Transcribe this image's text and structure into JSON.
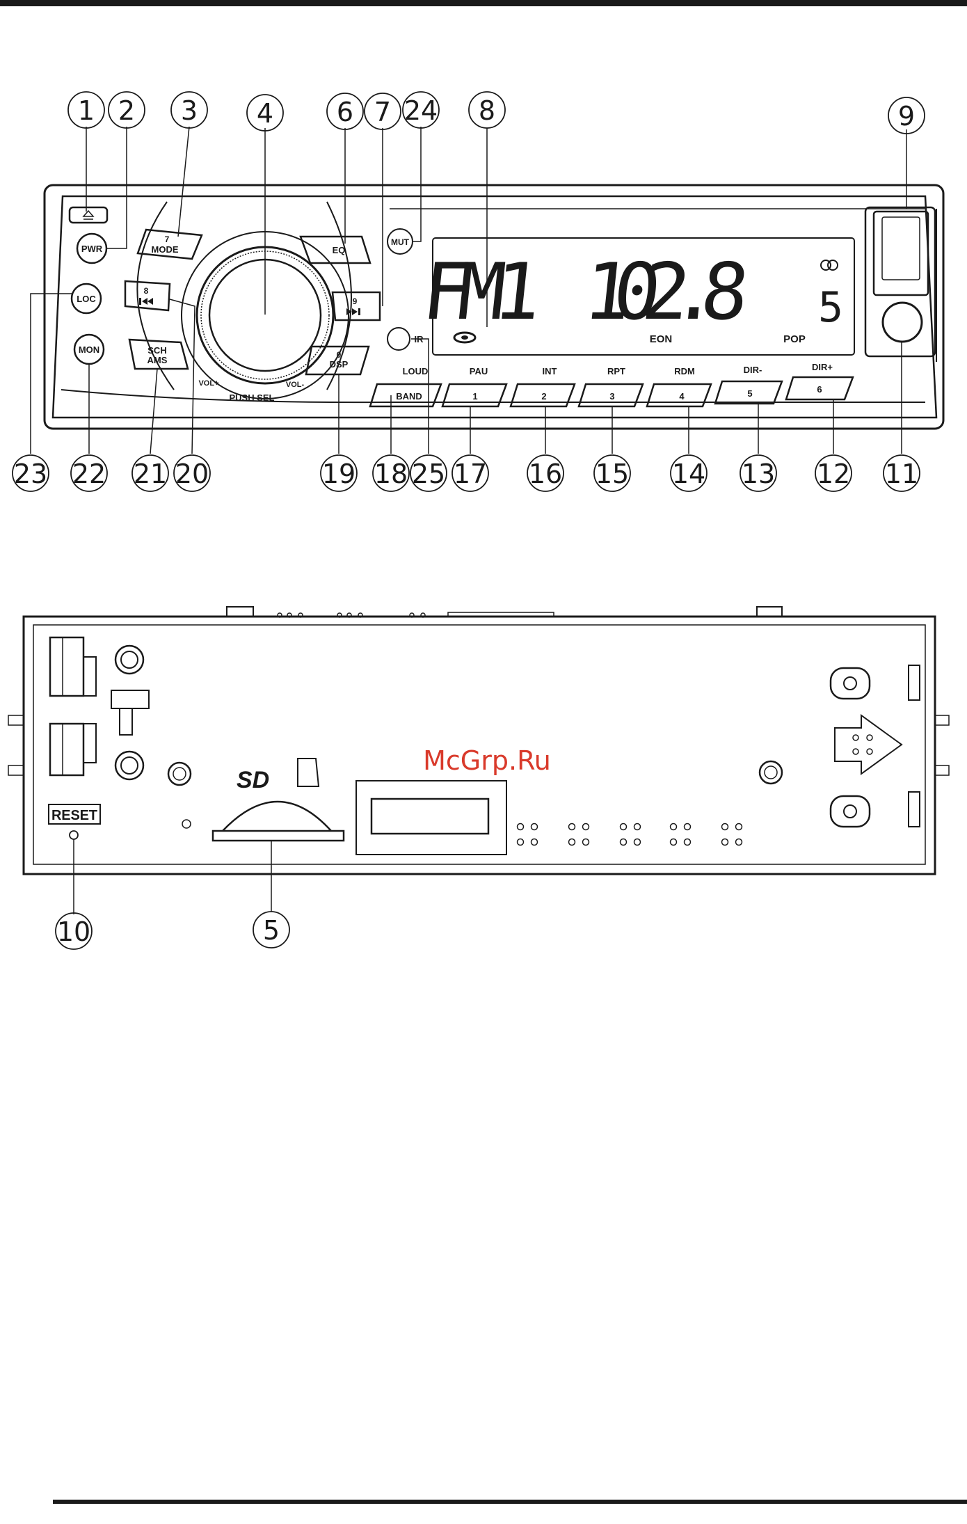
{
  "front_panel": {
    "buttons": {
      "pwr": "PWR",
      "loc": "LOC",
      "mon": "MON",
      "mut": "MUT",
      "ir": "IR",
      "mode_num": "7",
      "mode": "MODE",
      "eq": "EQ",
      "prev_num": "8",
      "next_num": "9",
      "sch": "SCH",
      "ams": "AMS",
      "dsp_num": "0",
      "dsp": "DSP",
      "band": "BAND",
      "loud": "LOUD",
      "vol_plus": "VOL+",
      "vol_minus": "VOL-",
      "push_sel": "PUSH SEL"
    },
    "presets": [
      {
        "num": "1",
        "func": "PAU"
      },
      {
        "num": "2",
        "func": "INT"
      },
      {
        "num": "3",
        "func": "RPT"
      },
      {
        "num": "4",
        "func": "RDM"
      },
      {
        "num": "5",
        "func": "DIR-"
      },
      {
        "num": "6",
        "func": "DIR+"
      }
    ],
    "display": {
      "band": "FM1",
      "frequency": "102.8",
      "preset": "5",
      "eon": "EON",
      "pop": "POP"
    }
  },
  "back_panel": {
    "reset": "RESET",
    "sd_logo": "SD",
    "watermark": "McGrp.Ru"
  },
  "callouts": [
    "1",
    "2",
    "3",
    "4",
    "5",
    "6",
    "7",
    "8",
    "9",
    "10",
    "11",
    "12",
    "13",
    "14",
    "15",
    "16",
    "17",
    "18",
    "19",
    "20",
    "21",
    "22",
    "23",
    "24",
    "25"
  ],
  "icons": [
    "eject-icon",
    "prev-track-icon",
    "next-track-icon",
    "stereo-icon",
    "disc-icon",
    "arrow-right-icon"
  ]
}
